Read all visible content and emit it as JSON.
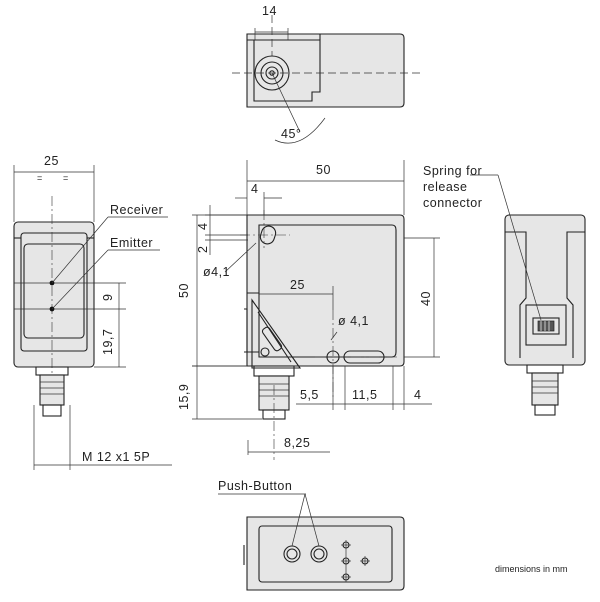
{
  "dimensions": {
    "d_14": "14",
    "angle_45": "45°",
    "w_25_side": "25",
    "w_50_top": "50",
    "d_4_top": "4",
    "d_4_side": "4",
    "d_2": "2",
    "hole_d41_a": "ø4,1",
    "h_50": "50",
    "d_25_mid": "25",
    "hole_d41_b": "ø 4,1",
    "h_40": "40",
    "d_9": "9",
    "d_19_7": "19,7",
    "d_15_9": "15,9",
    "d_5_5": "5,5",
    "d_11_5": "11,5",
    "d_4_right": "4",
    "d_8_25": "8,25"
  },
  "labels": {
    "receiver": "Receiver",
    "emitter": "Emitter",
    "connector_thread": "M 12 x1 5P",
    "spring_line1": "Spring for",
    "spring_line2": "release",
    "spring_line3": "connector",
    "push_button": "Push-Button",
    "units_note": "dimensions in mm"
  }
}
